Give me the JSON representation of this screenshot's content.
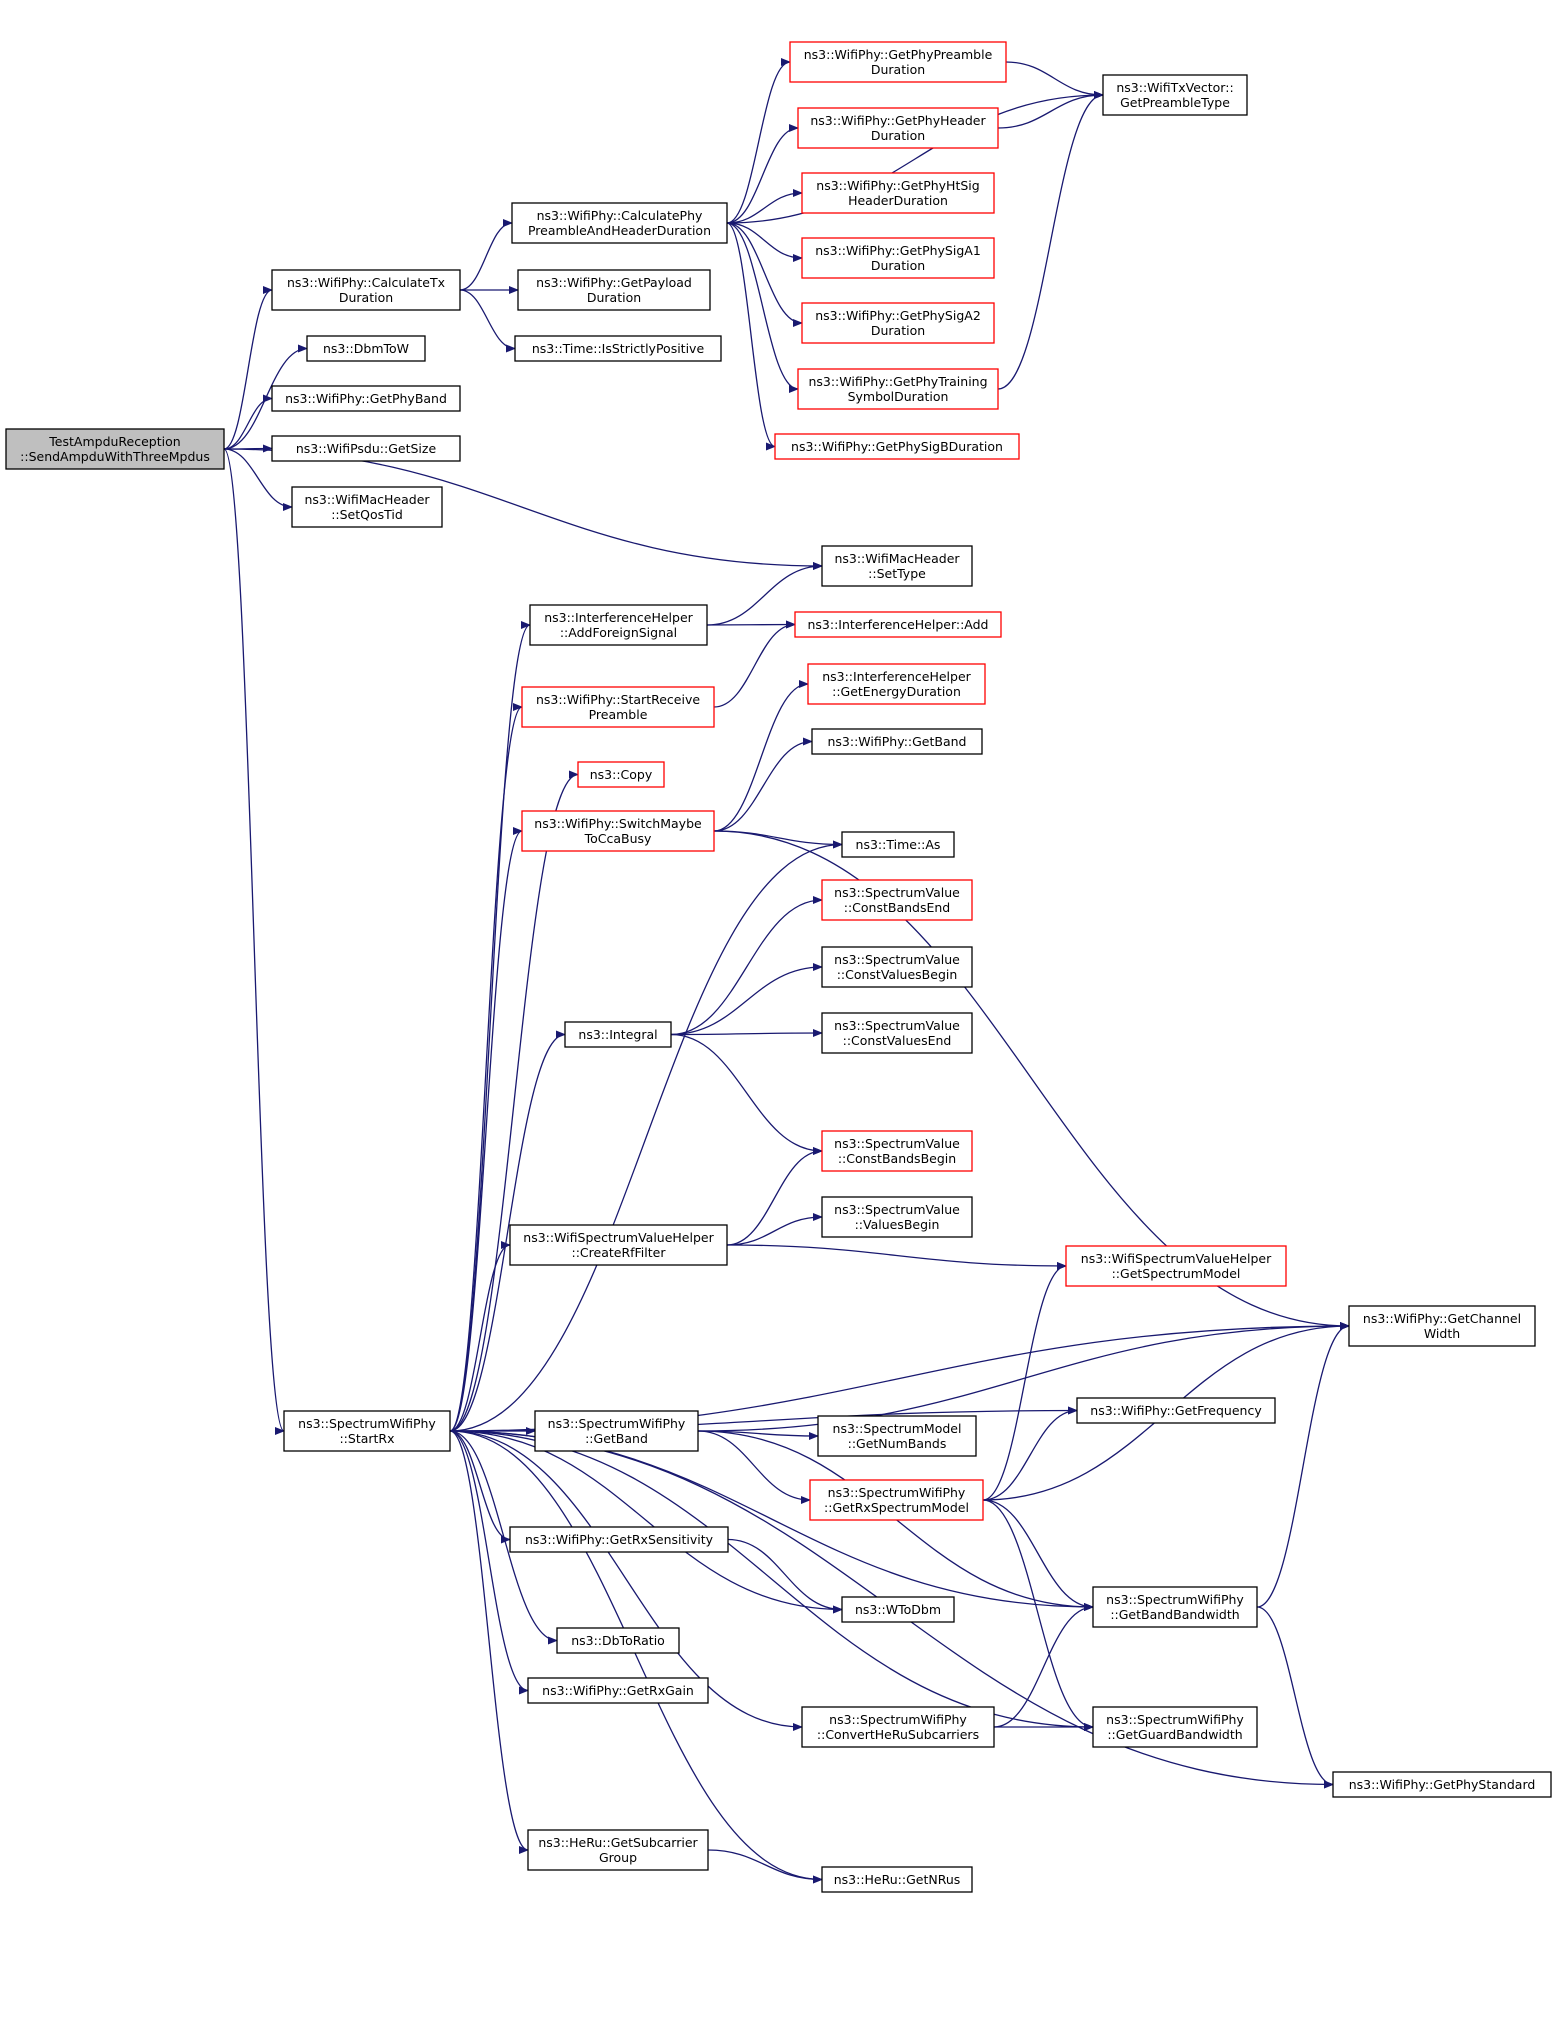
{
  "colors": {
    "edge": "#191970",
    "node_border_normal": "#000000",
    "node_border_truncated": "#ff0000",
    "node_fill_root": "#bfbfbf",
    "node_fill": "#ffffff"
  },
  "nodes": [
    {
      "id": "root",
      "lines": [
        "TestAmpduReception",
        "::SendAmpduWithThreeMpdus"
      ],
      "style": "root"
    },
    {
      "id": "calcTx",
      "lines": [
        "ns3::WifiPhy::CalculateTx",
        "Duration"
      ],
      "style": "normal"
    },
    {
      "id": "dbmToW",
      "lines": [
        "ns3::DbmToW"
      ],
      "style": "normal"
    },
    {
      "id": "getPhyBand",
      "lines": [
        "ns3::WifiPhy::GetPhyBand"
      ],
      "style": "normal"
    },
    {
      "id": "psduSize",
      "lines": [
        "ns3::WifiPsdu::GetSize"
      ],
      "style": "normal"
    },
    {
      "id": "setQos",
      "lines": [
        "ns3::WifiMacHeader",
        "::SetQosTid"
      ],
      "style": "normal"
    },
    {
      "id": "setType",
      "lines": [
        "ns3::WifiMacHeader",
        "::SetType"
      ],
      "style": "normal"
    },
    {
      "id": "calcPre",
      "lines": [
        "ns3::WifiPhy::CalculatePhy",
        "PreambleAndHeaderDuration"
      ],
      "style": "normal"
    },
    {
      "id": "payload",
      "lines": [
        "ns3::WifiPhy::GetPayload",
        "Duration"
      ],
      "style": "normal"
    },
    {
      "id": "strictPos",
      "lines": [
        "ns3::Time::IsStrictlyPositive"
      ],
      "style": "normal"
    },
    {
      "id": "preDur",
      "lines": [
        "ns3::WifiPhy::GetPhyPreamble",
        "Duration"
      ],
      "style": "truncated"
    },
    {
      "id": "hdrDur",
      "lines": [
        "ns3::WifiPhy::GetPhyHeader",
        "Duration"
      ],
      "style": "truncated"
    },
    {
      "id": "htSig",
      "lines": [
        "ns3::WifiPhy::GetPhyHtSig",
        "HeaderDuration"
      ],
      "style": "truncated"
    },
    {
      "id": "sigA1",
      "lines": [
        "ns3::WifiPhy::GetPhySigA1",
        "Duration"
      ],
      "style": "truncated"
    },
    {
      "id": "sigA2",
      "lines": [
        "ns3::WifiPhy::GetPhySigA2",
        "Duration"
      ],
      "style": "truncated"
    },
    {
      "id": "train",
      "lines": [
        "ns3::WifiPhy::GetPhyTraining",
        "SymbolDuration"
      ],
      "style": "truncated"
    },
    {
      "id": "sigB",
      "lines": [
        "ns3::WifiPhy::GetPhySigBDuration"
      ],
      "style": "truncated"
    },
    {
      "id": "preType",
      "lines": [
        "ns3::WifiTxVector::",
        "GetPreambleType"
      ],
      "style": "normal"
    },
    {
      "id": "addForeign",
      "lines": [
        "ns3::InterferenceHelper",
        "::AddForeignSignal"
      ],
      "style": "normal"
    },
    {
      "id": "ihAdd",
      "lines": [
        "ns3::InterferenceHelper::Add"
      ],
      "style": "truncated"
    },
    {
      "id": "startPre",
      "lines": [
        "ns3::WifiPhy::StartReceive",
        "Preamble"
      ],
      "style": "truncated"
    },
    {
      "id": "energyDur",
      "lines": [
        "ns3::InterferenceHelper",
        "::GetEnergyDuration"
      ],
      "style": "truncated"
    },
    {
      "id": "wpGetBand",
      "lines": [
        "ns3::WifiPhy::GetBand"
      ],
      "style": "normal"
    },
    {
      "id": "copy",
      "lines": [
        "ns3::Copy"
      ],
      "style": "truncated"
    },
    {
      "id": "switchCca",
      "lines": [
        "ns3::WifiPhy::SwitchMaybe",
        "ToCcaBusy"
      ],
      "style": "truncated"
    },
    {
      "id": "timeAs",
      "lines": [
        "ns3::Time::As"
      ],
      "style": "normal"
    },
    {
      "id": "cBandsEnd",
      "lines": [
        "ns3::SpectrumValue",
        "::ConstBandsEnd"
      ],
      "style": "truncated"
    },
    {
      "id": "cValBegin",
      "lines": [
        "ns3::SpectrumValue",
        "::ConstValuesBegin"
      ],
      "style": "normal"
    },
    {
      "id": "integral",
      "lines": [
        "ns3::Integral"
      ],
      "style": "normal"
    },
    {
      "id": "cValEnd",
      "lines": [
        "ns3::SpectrumValue",
        "::ConstValuesEnd"
      ],
      "style": "normal"
    },
    {
      "id": "cBandsBegin",
      "lines": [
        "ns3::SpectrumValue",
        "::ConstBandsBegin"
      ],
      "style": "truncated"
    },
    {
      "id": "valBegin",
      "lines": [
        "ns3::SpectrumValue",
        "::ValuesBegin"
      ],
      "style": "normal"
    },
    {
      "id": "rfFilter",
      "lines": [
        "ns3::WifiSpectrumValueHelper",
        "::CreateRfFilter"
      ],
      "style": "normal"
    },
    {
      "id": "specModel",
      "lines": [
        "ns3::WifiSpectrumValueHelper",
        "::GetSpectrumModel"
      ],
      "style": "truncated"
    },
    {
      "id": "chanWidth",
      "lines": [
        "ns3::WifiPhy::GetChannel",
        "Width"
      ],
      "style": "normal"
    },
    {
      "id": "startRx",
      "lines": [
        "ns3::SpectrumWifiPhy",
        "::StartRx"
      ],
      "style": "normal"
    },
    {
      "id": "swpGetBand",
      "lines": [
        "ns3::SpectrumWifiPhy",
        "::GetBand"
      ],
      "style": "normal"
    },
    {
      "id": "freq",
      "lines": [
        "ns3::WifiPhy::GetFrequency"
      ],
      "style": "normal"
    },
    {
      "id": "numBands",
      "lines": [
        "ns3::SpectrumModel",
        "::GetNumBands"
      ],
      "style": "normal"
    },
    {
      "id": "rxSpec",
      "lines": [
        "ns3::SpectrumWifiPhy",
        "::GetRxSpectrumModel"
      ],
      "style": "truncated"
    },
    {
      "id": "rxSens",
      "lines": [
        "ns3::WifiPhy::GetRxSensitivity"
      ],
      "style": "normal"
    },
    {
      "id": "wToDbm",
      "lines": [
        "ns3::WToDbm"
      ],
      "style": "normal"
    },
    {
      "id": "bandBw",
      "lines": [
        "ns3::SpectrumWifiPhy",
        "::GetBandBandwidth"
      ],
      "style": "normal"
    },
    {
      "id": "dbToRatio",
      "lines": [
        "ns3::DbToRatio"
      ],
      "style": "normal"
    },
    {
      "id": "rxGain",
      "lines": [
        "ns3::WifiPhy::GetRxGain"
      ],
      "style": "normal"
    },
    {
      "id": "convHe",
      "lines": [
        "ns3::SpectrumWifiPhy",
        "::ConvertHeRuSubcarriers"
      ],
      "style": "normal"
    },
    {
      "id": "guardBw",
      "lines": [
        "ns3::SpectrumWifiPhy",
        "::GetGuardBandwidth"
      ],
      "style": "normal"
    },
    {
      "id": "phyStd",
      "lines": [
        "ns3::WifiPhy::GetPhyStandard"
      ],
      "style": "normal"
    },
    {
      "id": "subGroup",
      "lines": [
        "ns3::HeRu::GetSubcarrier",
        "Group"
      ],
      "style": "normal"
    },
    {
      "id": "nrus",
      "lines": [
        "ns3::HeRu::GetNRus"
      ],
      "style": "normal"
    }
  ],
  "edges": [
    [
      "root",
      "calcTx"
    ],
    [
      "root",
      "dbmToW"
    ],
    [
      "root",
      "getPhyBand"
    ],
    [
      "root",
      "psduSize"
    ],
    [
      "root",
      "setQos"
    ],
    [
      "root",
      "setType"
    ],
    [
      "root",
      "startRx"
    ],
    [
      "calcTx",
      "calcPre"
    ],
    [
      "calcTx",
      "payload"
    ],
    [
      "calcTx",
      "strictPos"
    ],
    [
      "calcPre",
      "preType"
    ],
    [
      "calcPre",
      "preDur"
    ],
    [
      "calcPre",
      "hdrDur"
    ],
    [
      "calcPre",
      "htSig"
    ],
    [
      "calcPre",
      "sigA1"
    ],
    [
      "calcPre",
      "sigA2"
    ],
    [
      "calcPre",
      "train"
    ],
    [
      "calcPre",
      "sigB"
    ],
    [
      "preDur",
      "preType"
    ],
    [
      "hdrDur",
      "preType"
    ],
    [
      "train",
      "preType"
    ],
    [
      "addForeign",
      "setType"
    ],
    [
      "addForeign",
      "ihAdd"
    ],
    [
      "startPre",
      "ihAdd"
    ],
    [
      "switchCca",
      "energyDur"
    ],
    [
      "switchCca",
      "wpGetBand"
    ],
    [
      "switchCca",
      "timeAs"
    ],
    [
      "switchCca",
      "chanWidth"
    ],
    [
      "integral",
      "cBandsEnd"
    ],
    [
      "integral",
      "cValBegin"
    ],
    [
      "integral",
      "cValEnd"
    ],
    [
      "integral",
      "cBandsBegin"
    ],
    [
      "rfFilter",
      "cBandsBegin"
    ],
    [
      "rfFilter",
      "valBegin"
    ],
    [
      "rfFilter",
      "specModel"
    ],
    [
      "startRx",
      "addForeign"
    ],
    [
      "startRx",
      "startPre"
    ],
    [
      "startRx",
      "copy"
    ],
    [
      "startRx",
      "switchCca"
    ],
    [
      "startRx",
      "timeAs"
    ],
    [
      "startRx",
      "integral"
    ],
    [
      "startRx",
      "chanWidth"
    ],
    [
      "startRx",
      "rfFilter"
    ],
    [
      "startRx",
      "swpGetBand"
    ],
    [
      "startRx",
      "freq"
    ],
    [
      "startRx",
      "rxSens"
    ],
    [
      "startRx",
      "wToDbm"
    ],
    [
      "startRx",
      "bandBw"
    ],
    [
      "startRx",
      "dbToRatio"
    ],
    [
      "startRx",
      "rxGain"
    ],
    [
      "startRx",
      "convHe"
    ],
    [
      "startRx",
      "guardBw"
    ],
    [
      "startRx",
      "subGroup"
    ],
    [
      "startRx",
      "nrus"
    ],
    [
      "startRx",
      "phyStd"
    ],
    [
      "swpGetBand",
      "chanWidth"
    ],
    [
      "swpGetBand",
      "numBands"
    ],
    [
      "swpGetBand",
      "rxSpec"
    ],
    [
      "swpGetBand",
      "bandBw"
    ],
    [
      "rxSpec",
      "specModel"
    ],
    [
      "rxSpec",
      "freq"
    ],
    [
      "rxSpec",
      "chanWidth"
    ],
    [
      "rxSpec",
      "bandBw"
    ],
    [
      "rxSpec",
      "guardBw"
    ],
    [
      "rxSens",
      "wToDbm"
    ],
    [
      "bandBw",
      "chanWidth"
    ],
    [
      "bandBw",
      "phyStd"
    ],
    [
      "convHe",
      "bandBw"
    ],
    [
      "convHe",
      "guardBw"
    ],
    [
      "subGroup",
      "nrus"
    ]
  ]
}
